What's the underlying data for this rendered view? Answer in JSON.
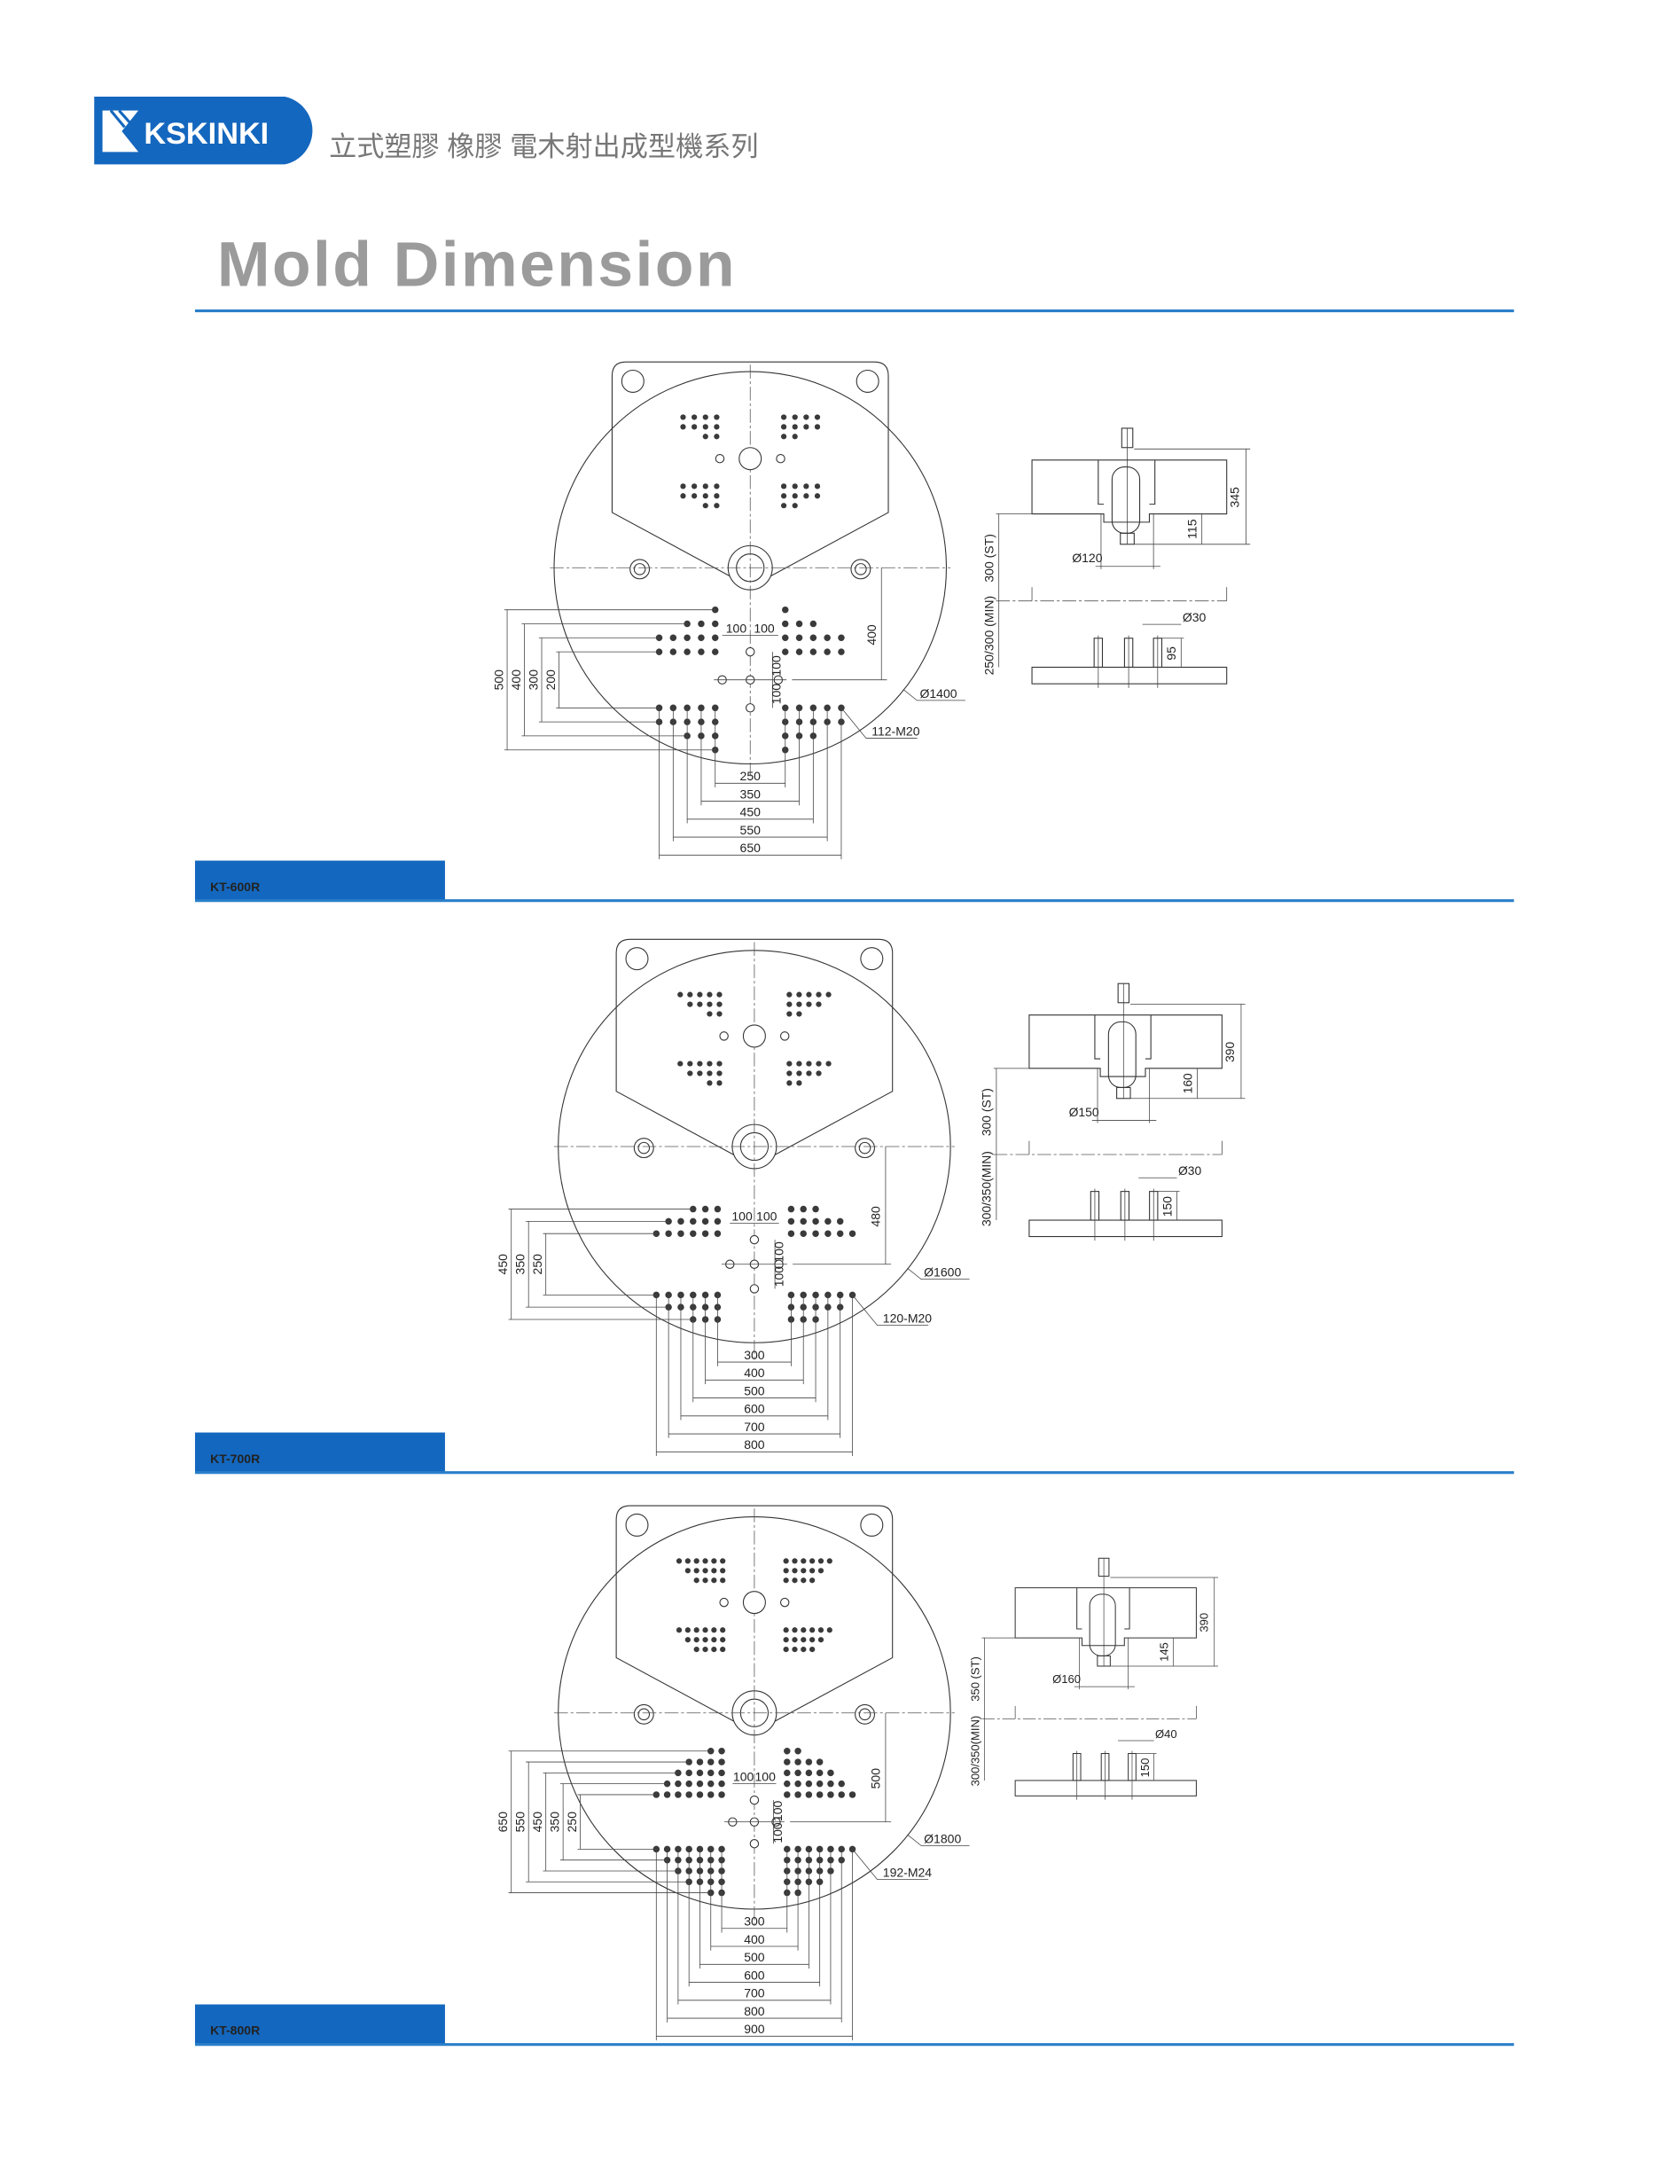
{
  "header": {
    "brand": "KSKINKI",
    "subtitle": "立式塑膠 橡膠 電木射出成型機系列",
    "title": "Mold Dimension"
  },
  "colors": {
    "brand_blue": "#1467be",
    "title_gray": "#9b9b9b",
    "rule_blue": "#2a7fc9"
  },
  "models": [
    {
      "name": "KT-600R",
      "platen_diameter": "Ø1400",
      "holes": "112-M20",
      "center_offset": "400",
      "pitch": [
        "100",
        "100",
        "100",
        "100"
      ],
      "vertical_dims": [
        "500",
        "400",
        "300",
        "200"
      ],
      "horizontal_dims": [
        "250",
        "350",
        "450",
        "550",
        "650"
      ],
      "side_view": {
        "stroke": "300 (ST)",
        "min_height": "250/300 (MIN)",
        "height_total": "345",
        "nozzle_depth": "115",
        "bore": "Ø120",
        "pin_dia": "Ø30",
        "pin_height": "95"
      }
    },
    {
      "name": "KT-700R",
      "platen_diameter": "Ø1600",
      "holes": "120-M20",
      "center_offset": "480",
      "pitch": [
        "100",
        "100",
        "100",
        "100"
      ],
      "vertical_dims": [
        "450",
        "350",
        "250"
      ],
      "horizontal_dims": [
        "300",
        "400",
        "500",
        "600",
        "700",
        "800"
      ],
      "side_view": {
        "stroke": "300 (ST)",
        "min_height": "300/350(MIN)",
        "height_total": "390",
        "nozzle_depth": "160",
        "bore": "Ø150",
        "pin_dia": "Ø30",
        "pin_height": "150"
      }
    },
    {
      "name": "KT-800R",
      "platen_diameter": "Ø1800",
      "holes": "192-M24",
      "center_offset": "500",
      "pitch": [
        "100",
        "100",
        "100",
        "100"
      ],
      "vertical_dims": [
        "650",
        "550",
        "450",
        "350",
        "250"
      ],
      "horizontal_dims": [
        "300",
        "400",
        "500",
        "600",
        "700",
        "800",
        "900"
      ],
      "side_view": {
        "stroke": "350 (ST)",
        "min_height": "300/350(MIN)",
        "height_total": "390",
        "nozzle_depth": "145",
        "bore": "Ø160",
        "pin_dia": "Ø40",
        "pin_height": "150"
      }
    }
  ]
}
